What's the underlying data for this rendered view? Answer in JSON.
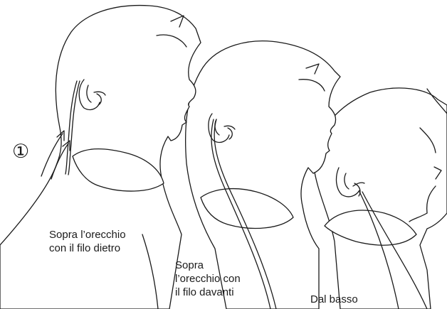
{
  "step_marker": "①",
  "labels": {
    "behind": "Sopra l’orecchio\ncon il filo dietro",
    "front": "Sopra\nl’orecchio con\nil filo davanti",
    "below": "Dal basso"
  },
  "colors": {
    "line": "#1a1a1a",
    "background": "#ffffff"
  }
}
